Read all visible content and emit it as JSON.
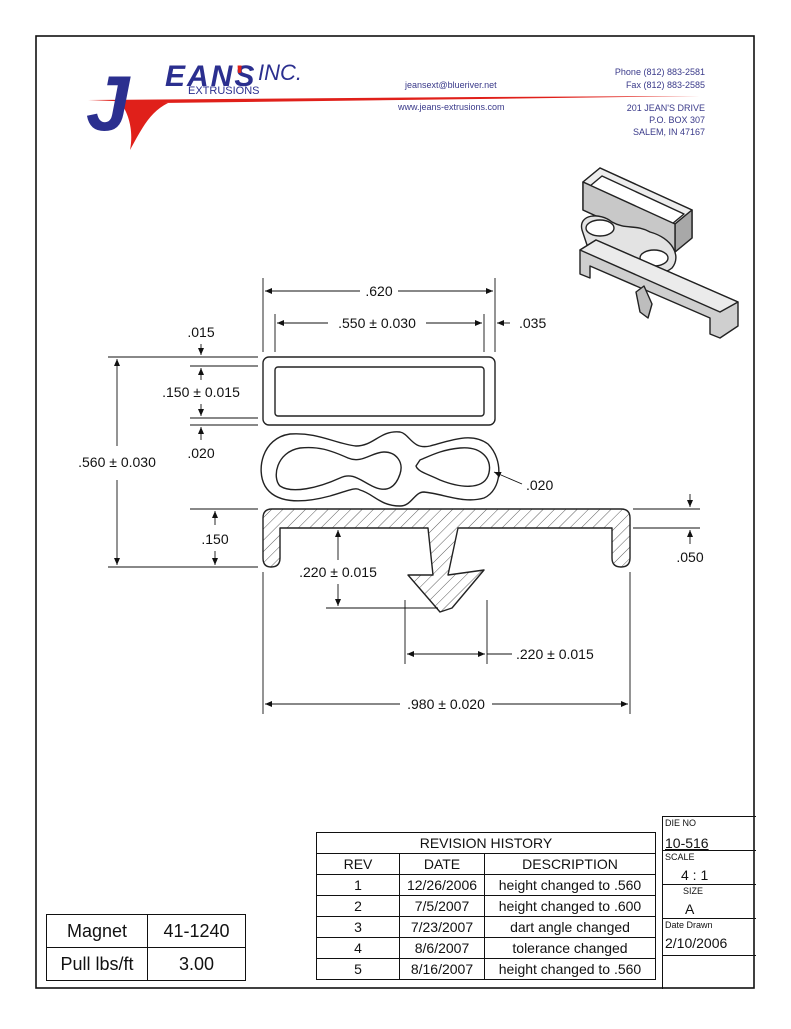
{
  "header": {
    "company_main": "EANS",
    "company_initial": "J",
    "company_apostrophe": "'",
    "company_suffix": "INC.",
    "company_sub": "EXTRUSIONS",
    "email": "jeansext@blueriver.net",
    "website": "www.jeans-extrusions.com",
    "phone": "Phone (812) 883-2581",
    "fax": "Fax (812) 883-2585",
    "address_line1": "201 JEAN'S DRIVE",
    "address_line2": "P.O. BOX 307",
    "address_line3": "SALEM, IN 47167"
  },
  "colors": {
    "logo_blue": "#2b2f8f",
    "logo_red": "#e0201a",
    "hatch": "#333333"
  },
  "dimensions": {
    "d620": ".620",
    "d550": ".550 ± 0.030",
    "d035": ".035",
    "d015": ".015",
    "d150a": ".150 ± 0.015",
    "d020a": ".020",
    "d560": ".560 ± 0.030",
    "d020b": ".020",
    "d150b": ".150",
    "d050": ".050",
    "d220a": ".220 ± 0.015",
    "d220b": ".220 ± 0.015",
    "d980": ".980 ± 0.020"
  },
  "revision_history": {
    "title": "REVISION HISTORY",
    "headers": [
      "REV",
      "DATE",
      "DESCRIPTION"
    ],
    "rows": [
      [
        "1",
        "12/26/2006",
        "height changed to .560"
      ],
      [
        "2",
        "7/5/2007",
        "height changed to .600"
      ],
      [
        "3",
        "7/23/2007",
        "dart angle changed"
      ],
      [
        "4",
        "8/6/2007",
        "tolerance changed"
      ],
      [
        "5",
        "8/16/2007",
        "height changed to .560"
      ]
    ]
  },
  "magnet_table": {
    "rows": [
      [
        "Magnet",
        "41-1240"
      ],
      [
        "Pull lbs/ft",
        "3.00"
      ]
    ]
  },
  "title_block": {
    "die_no_label": "DIE NO",
    "die_no": "10-516",
    "scale_label": "SCALE",
    "scale": "4 : 1",
    "size_label": "SIZE",
    "size": "A",
    "date_drawn_label": "Date Drawn",
    "date_drawn": "2/10/2006"
  }
}
